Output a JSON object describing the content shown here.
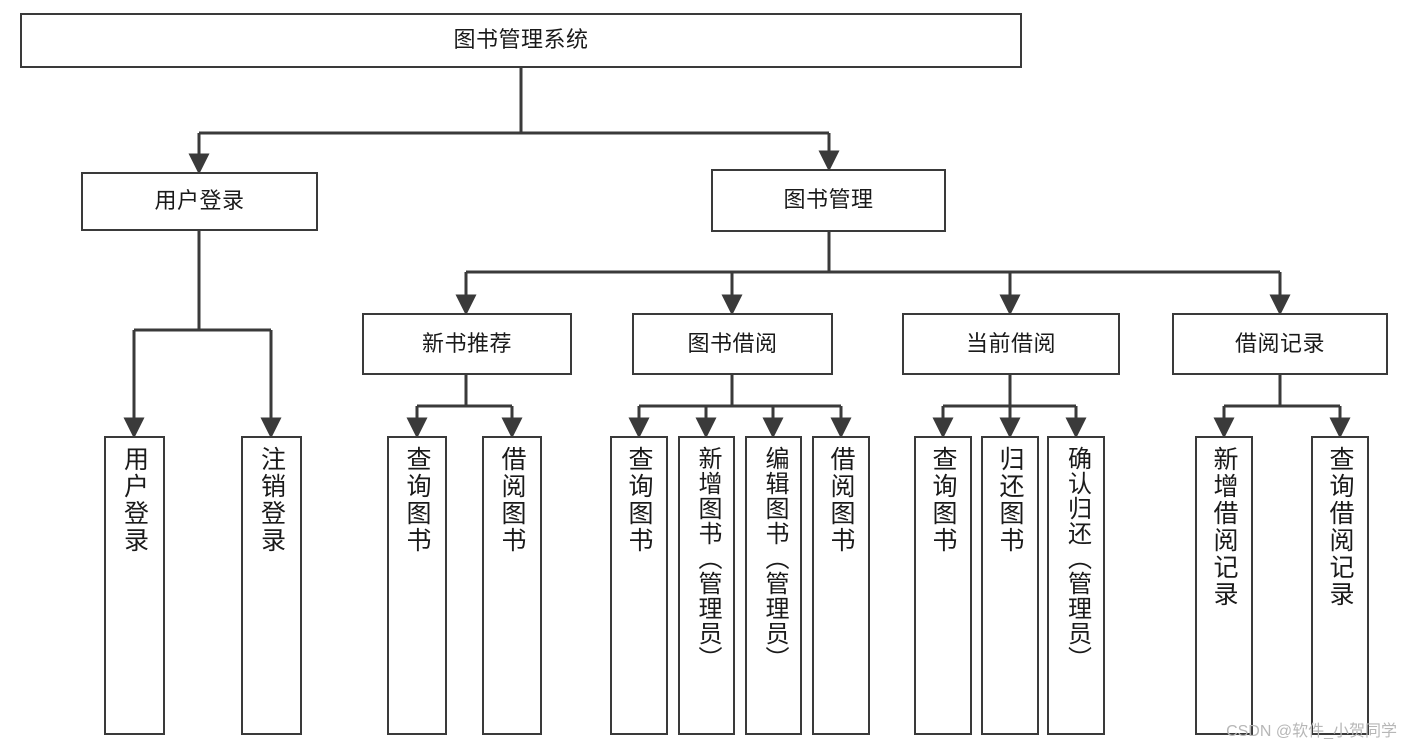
{
  "diagram": {
    "type": "tree-hierarchy",
    "title": "图书管理系统",
    "orientation": "top-down",
    "colors": {
      "stroke": "#3a3a3a",
      "fill": "#ffffff",
      "text": "#1a1a1a",
      "watermark": "#b7b7b7"
    },
    "root": {
      "label": "图书管理系统"
    },
    "level2": [
      {
        "label": "用户登录"
      },
      {
        "label": "图书管理"
      }
    ],
    "level3": [
      {
        "label": "新书推荐"
      },
      {
        "label": "图书借阅"
      },
      {
        "label": "当前借阅"
      },
      {
        "label": "借阅记录"
      }
    ],
    "leaves": {
      "user_login": [
        {
          "label": "用户登录"
        },
        {
          "label": "注销登录"
        }
      ],
      "new_book": [
        {
          "label": "查询图书"
        },
        {
          "label": "借阅图书"
        }
      ],
      "book_borrow": [
        {
          "label": "查询图书"
        },
        {
          "label": "新增图书（管理员）"
        },
        {
          "label": "编辑图书（管理员）"
        },
        {
          "label": "借阅图书"
        }
      ],
      "current_borrow": [
        {
          "label": "查询图书"
        },
        {
          "label": "归还图书"
        },
        {
          "label": "确认归还（管理员）"
        }
      ],
      "borrow_record": [
        {
          "label": "新增借阅记录"
        },
        {
          "label": "查询借阅记录"
        }
      ]
    }
  },
  "watermark": {
    "text": "CSDN @软件_小贺同学"
  }
}
